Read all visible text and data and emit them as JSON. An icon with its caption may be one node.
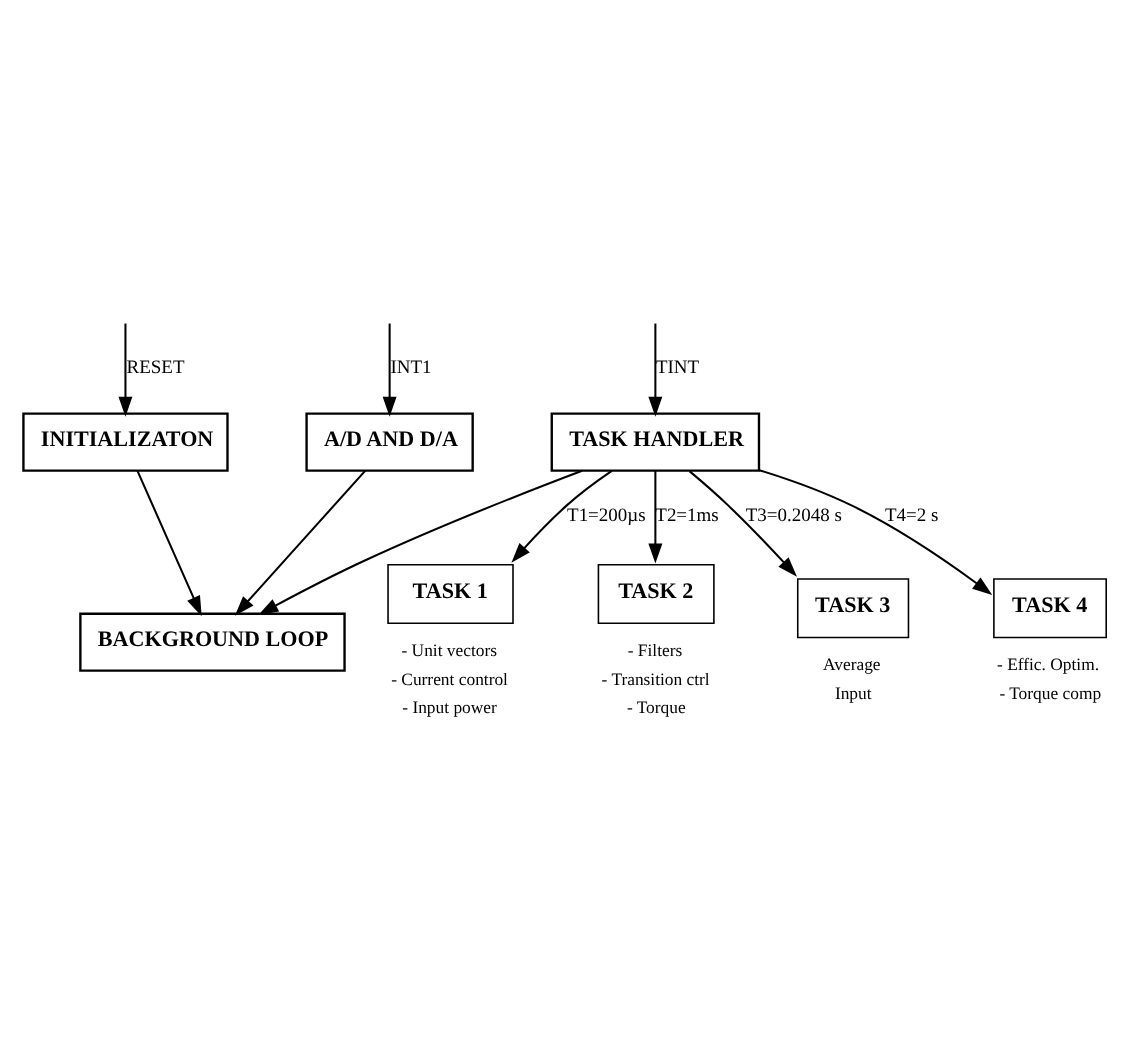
{
  "diagram": {
    "nodes": [
      {
        "text": [
          "INITIALIZATON"
        ]
      },
      {
        "text": [
          "A/D AND D/A"
        ]
      },
      {
        "text": [
          "TASK HANDLER"
        ]
      },
      {
        "text": [
          "BACKGROUND LOOP"
        ]
      },
      {
        "text": [
          "TASK 1"
        ],
        "beside": [
          "- Unit vectors",
          "- Current control",
          "- Input power"
        ]
      },
      {
        "text": [
          "TASK 2"
        ],
        "beside": [
          "- Filters",
          "- Transition ctrl",
          "- Torque"
        ]
      },
      {
        "text": [
          "TASK 3"
        ],
        "beside": [
          "Average",
          "Input"
        ]
      },
      {
        "text": [
          "TASK 4"
        ],
        "beside": [
          "- Effic. Optim.",
          "- Torque comp"
        ]
      }
    ],
    "edges": [
      {
        "from": null,
        "to": 0,
        "arrow": "to",
        "label": "RESET"
      },
      {
        "from": null,
        "to": 1,
        "arrow": "to",
        "label": "INT1"
      },
      {
        "from": null,
        "to": 2,
        "arrow": "to",
        "label": "TINT"
      },
      {
        "from": 0,
        "to": 3,
        "arrow": "to"
      },
      {
        "from": 1,
        "to": 3,
        "arrow": "to"
      },
      {
        "from": 2,
        "to": 3,
        "arrow": "to"
      },
      {
        "from": 2,
        "to": 4,
        "arrow": "to",
        "label": "T1=200µs"
      },
      {
        "from": 2,
        "to": 5,
        "arrow": "to",
        "label": "T2=1ms"
      },
      {
        "from": 2,
        "to": 6,
        "arrow": "to",
        "label": "T3=0.2048 s"
      },
      {
        "from": 2,
        "to": 7,
        "arrow": "to",
        "label": "T4=2 s"
      }
    ]
  }
}
